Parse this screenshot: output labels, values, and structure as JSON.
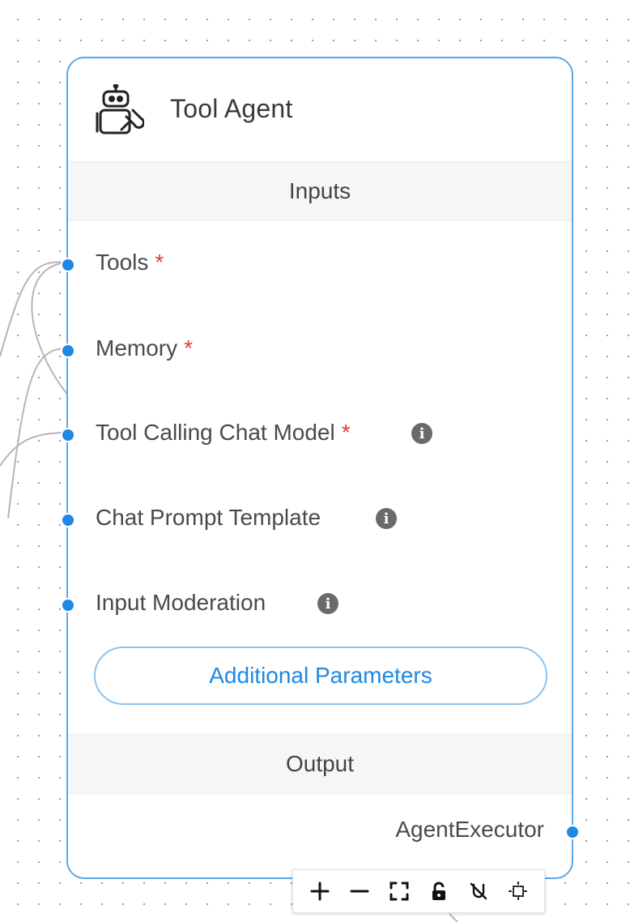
{
  "node": {
    "title": "Tool Agent",
    "icon": "robot-wrench-icon",
    "inputs_header": "Inputs",
    "output_header": "Output",
    "inputs": [
      {
        "label": "Tools",
        "required": "*",
        "info": ""
      },
      {
        "label": "Memory",
        "required": "*",
        "info": ""
      },
      {
        "label": "Tool Calling Chat Model",
        "required": "*",
        "info": "i"
      },
      {
        "label": "Chat Prompt Template",
        "required": "",
        "info": "i"
      },
      {
        "label": "Input Moderation",
        "required": "",
        "info": "i"
      }
    ],
    "additional_params_label": "Additional Parameters",
    "output_label": "AgentExecutor"
  },
  "toolbar": {
    "buttons": [
      "zoom-in-icon",
      "zoom-out-icon",
      "fit-view-icon",
      "lock-icon",
      "snap-grid-off-icon",
      "cleanup-icon"
    ]
  },
  "colors": {
    "accent": "#1e88e5",
    "node_border": "#5aa7ea",
    "required": "#e53935",
    "edge": "#b5b5b5"
  }
}
